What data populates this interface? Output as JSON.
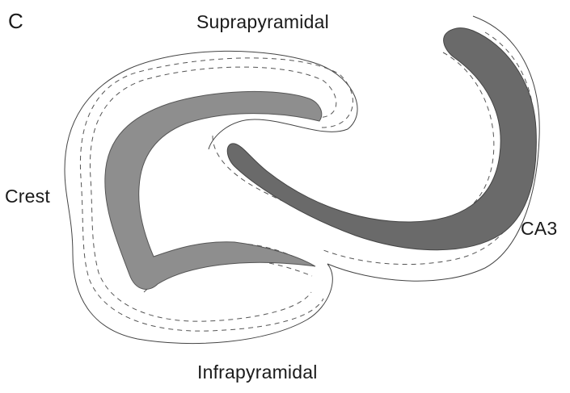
{
  "labels": {
    "panel_letter": "C",
    "suprapyramidal": "Suprapyramidal",
    "crest": "Crest",
    "ca3": "CA3",
    "infrapyramidal": "Infrapyramidal"
  },
  "colors": {
    "granule_layer": "#8e8e8e",
    "ca3_layer": "#6a6a6a",
    "outline": "#444444"
  }
}
